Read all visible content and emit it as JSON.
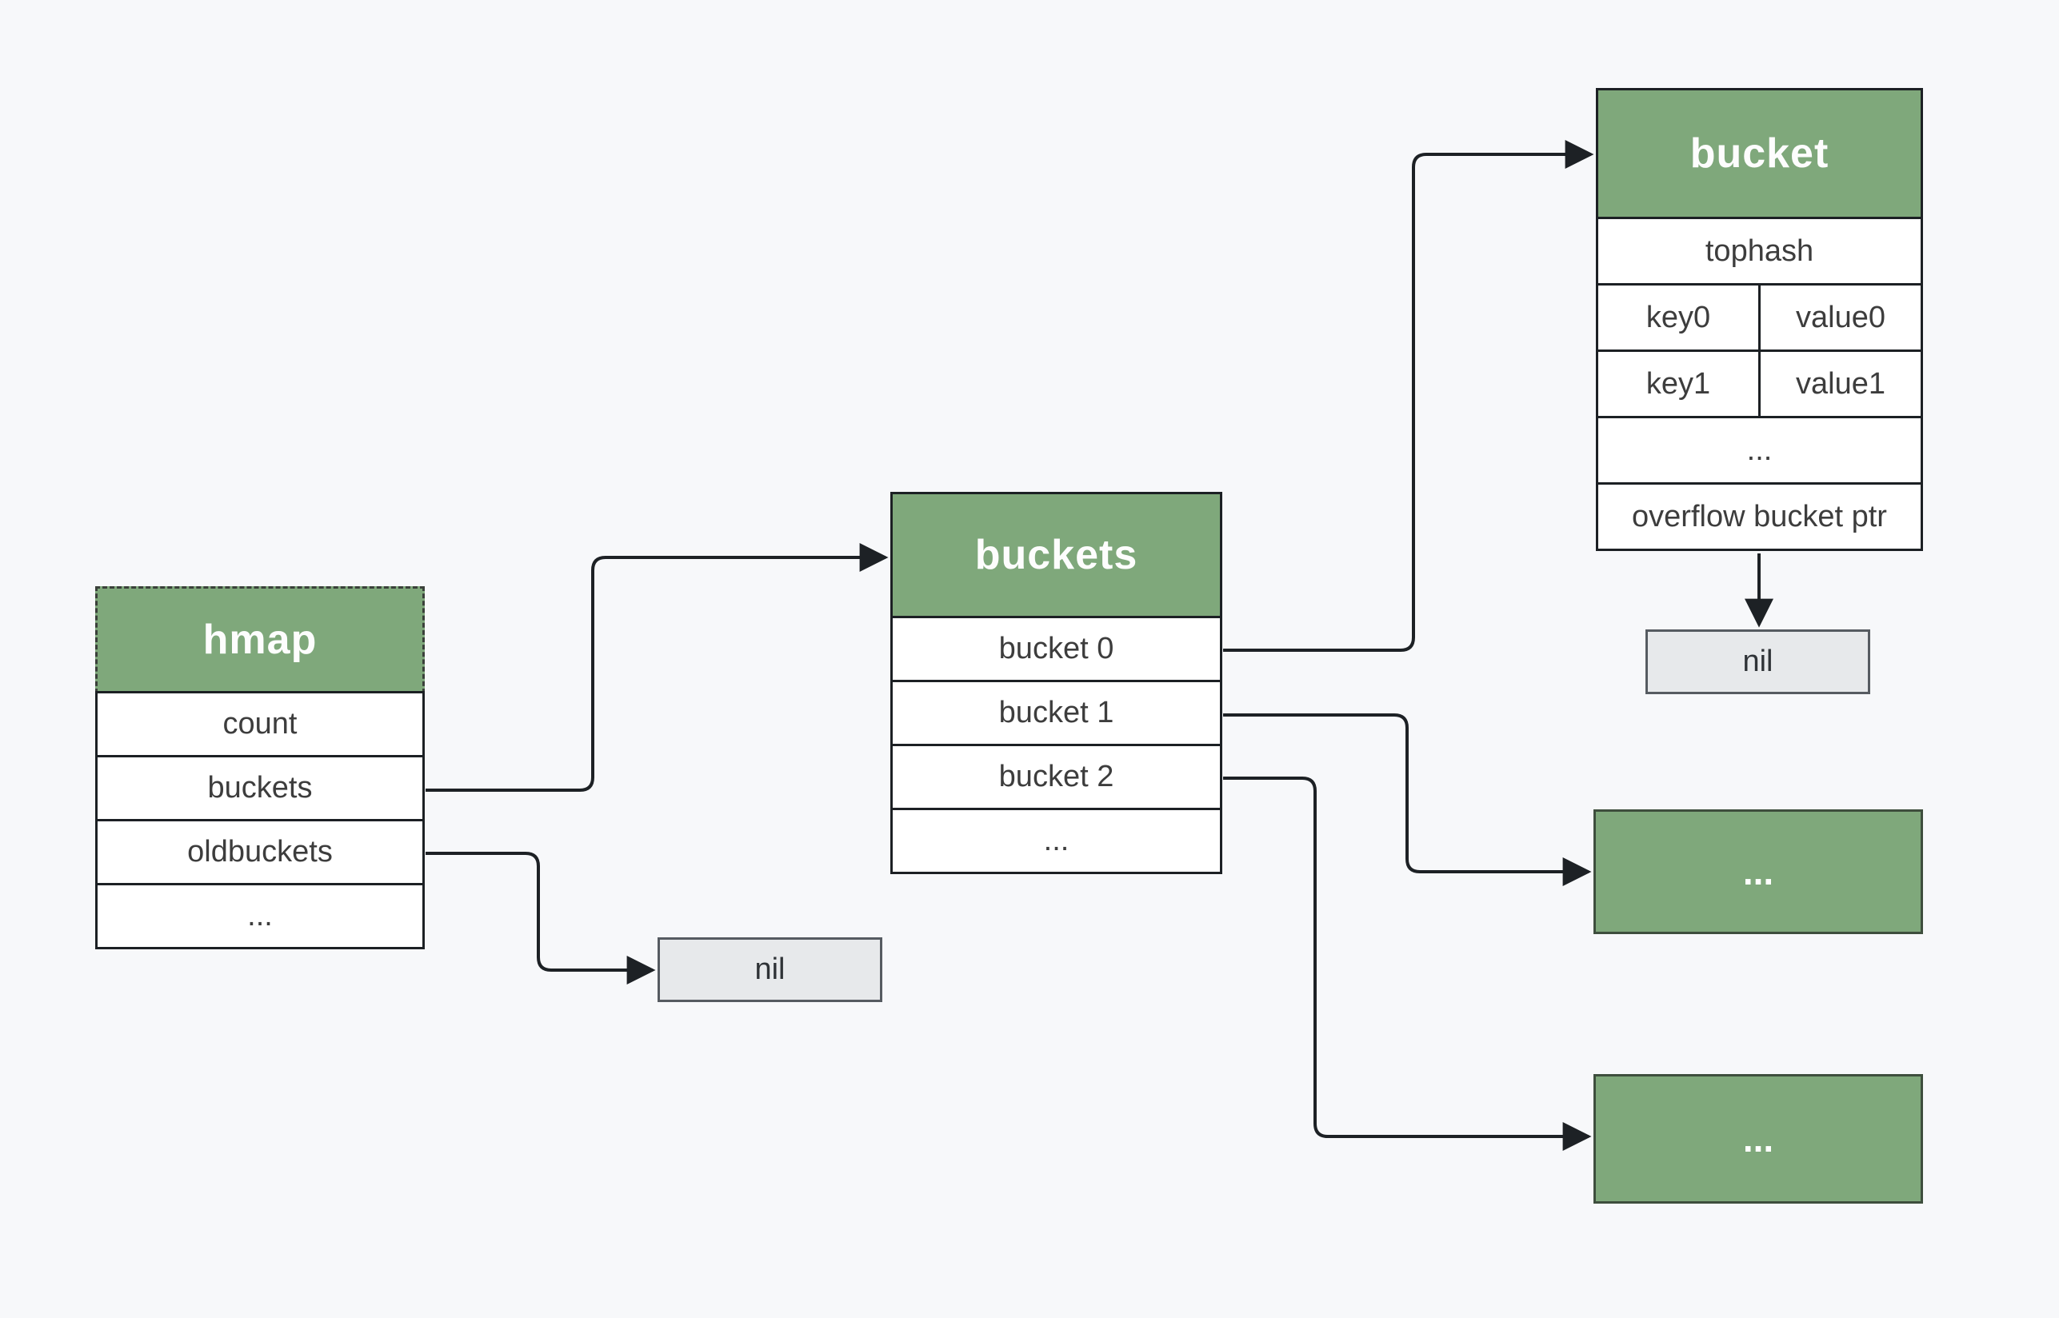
{
  "diagram": {
    "nodes": {
      "hmap": {
        "title": "hmap",
        "rows": [
          "count",
          "buckets",
          "oldbuckets",
          "..."
        ]
      },
      "buckets": {
        "title": "buckets",
        "rows": [
          "bucket 0",
          "bucket 1",
          "bucket 2",
          "..."
        ]
      },
      "bucket": {
        "title": "bucket",
        "tophash": "tophash",
        "key0": "key0",
        "value0": "value0",
        "key1": "key1",
        "value1": "value1",
        "ellipsis": "...",
        "overflow": "overflow bucket ptr"
      },
      "overflow_nil": {
        "label": "nil"
      },
      "oldbuckets_nil": {
        "label": "nil"
      },
      "more_bucket_1": {
        "label": "..."
      },
      "more_bucket_2": {
        "label": "..."
      }
    },
    "colors": {
      "background": "#f7f8fa",
      "node_green": "#7fa87b",
      "green_box_border": "#3e4e3d",
      "row_border": "#1c2024",
      "arrow": "#1d2125",
      "nil_fill": "#e7e9eb",
      "nil_border": "#565b61",
      "row_text": "#3d3d3d",
      "header_text": "#ffffff"
    }
  }
}
